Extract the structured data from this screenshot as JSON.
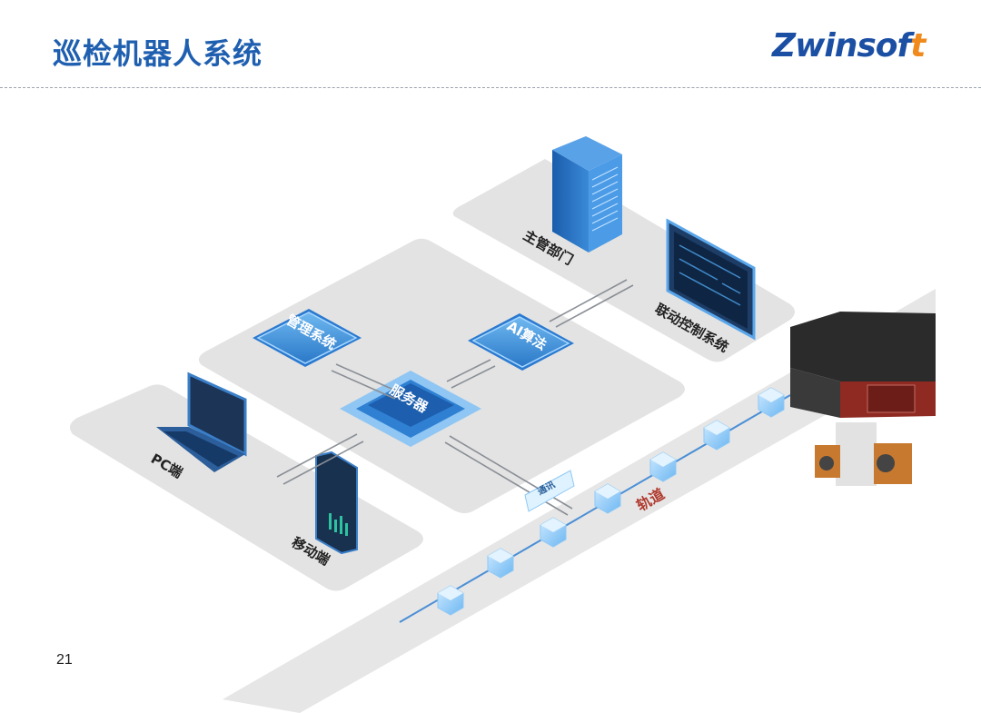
{
  "header": {
    "title": "巡检机器人系统",
    "logo_text": "Zwinsoft"
  },
  "page_number": "21",
  "diagram": {
    "nodes": {
      "main_dept": "主管部门",
      "linkage_system": "联动控制系统",
      "management_system": "管理系统",
      "ai_algorithm": "AI算法",
      "server": "服务器",
      "pc": "PC端",
      "mobile": "移动端",
      "communication": "通讯",
      "track": "轨道"
    }
  },
  "colors": {
    "title": "#1f5fb0",
    "logo_blue": "#1b4fa3",
    "logo_orange": "#f08a1c",
    "track_label": "#b03a2e",
    "chip": "#3f8fd6",
    "platform": "#e4e4e4"
  }
}
